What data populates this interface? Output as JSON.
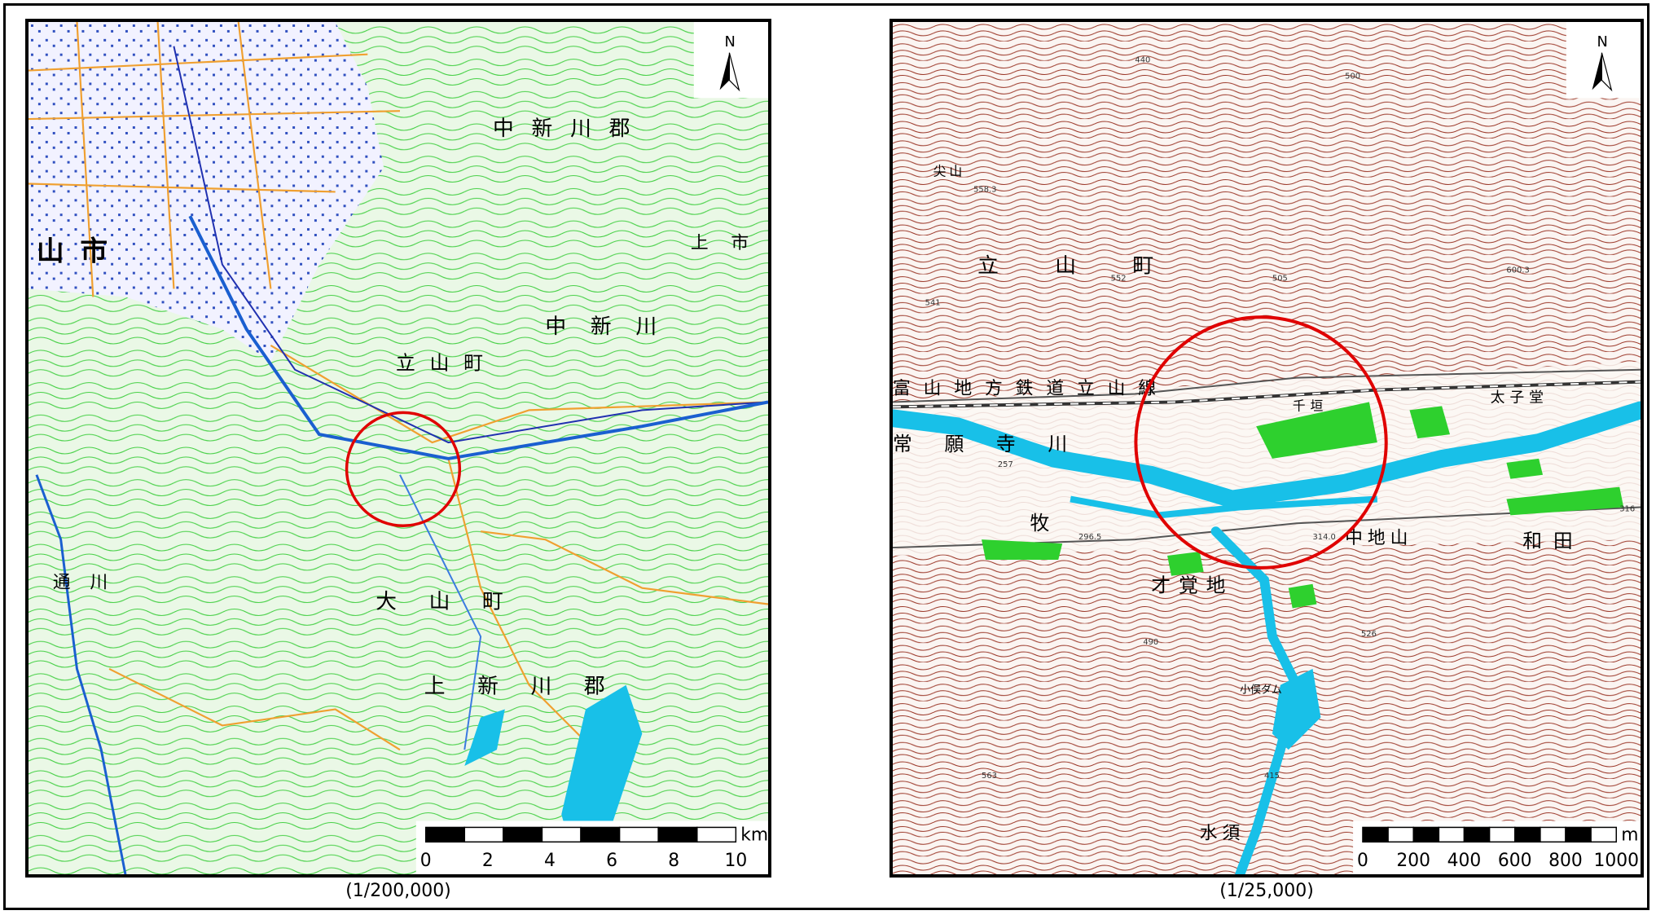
{
  "north_label": "N",
  "map1": {
    "caption": "(1/200,000)",
    "scale_unit": "km",
    "scale_ticks": [
      "0",
      "2",
      "4",
      "6",
      "8",
      "10"
    ],
    "labels": [
      {
        "id": "nakashinkawa-gun",
        "text": "中新川郡"
      },
      {
        "id": "toyama-city",
        "text": "山市"
      },
      {
        "id": "tateyama-town",
        "text": "立山町"
      },
      {
        "id": "nakashinkawa",
        "text": "中新川"
      },
      {
        "id": "oyama-town",
        "text": "大山町"
      },
      {
        "id": "kamishinkawa-gun",
        "text": "上新川郡"
      },
      {
        "id": "kami-city",
        "text": "上市"
      },
      {
        "id": "tsuga",
        "text": "通川"
      }
    ]
  },
  "map2": {
    "caption": "(1/25,000)",
    "scale_unit": "m",
    "scale_ticks": [
      "0",
      "200",
      "400",
      "600",
      "800",
      "1000"
    ],
    "labels": [
      {
        "id": "tateyama-town",
        "text": "立山町"
      },
      {
        "id": "railway",
        "text": "富山地方鉄道立山線"
      },
      {
        "id": "jogan-river",
        "text": "常願寺川"
      },
      {
        "id": "senkaki",
        "text": "千垣"
      },
      {
        "id": "taishigo",
        "text": "太子堂"
      },
      {
        "id": "nakachiyama",
        "text": "中地山"
      },
      {
        "id": "saikakuchi",
        "text": "才覚地"
      },
      {
        "id": "maki",
        "text": "牧"
      },
      {
        "id": "wada",
        "text": "和田"
      },
      {
        "id": "komaki-dam",
        "text": "小俣ダム"
      },
      {
        "id": "suisu",
        "text": "水須"
      },
      {
        "id": "mount-label",
        "text": "尖山"
      }
    ],
    "elevations": [
      "440",
      "500",
      "558.3",
      "552",
      "505",
      "600.3",
      "541",
      "257",
      "296.5",
      "314.0",
      "316",
      "490",
      "526",
      "415",
      "563"
    ]
  },
  "colors": {
    "contour_green": "#3fcf3f",
    "contour_brown": "#8b2a1f",
    "river_blue": "#18c0e8",
    "road_orange": "#f0a030",
    "highlight_circle": "#e00000"
  }
}
